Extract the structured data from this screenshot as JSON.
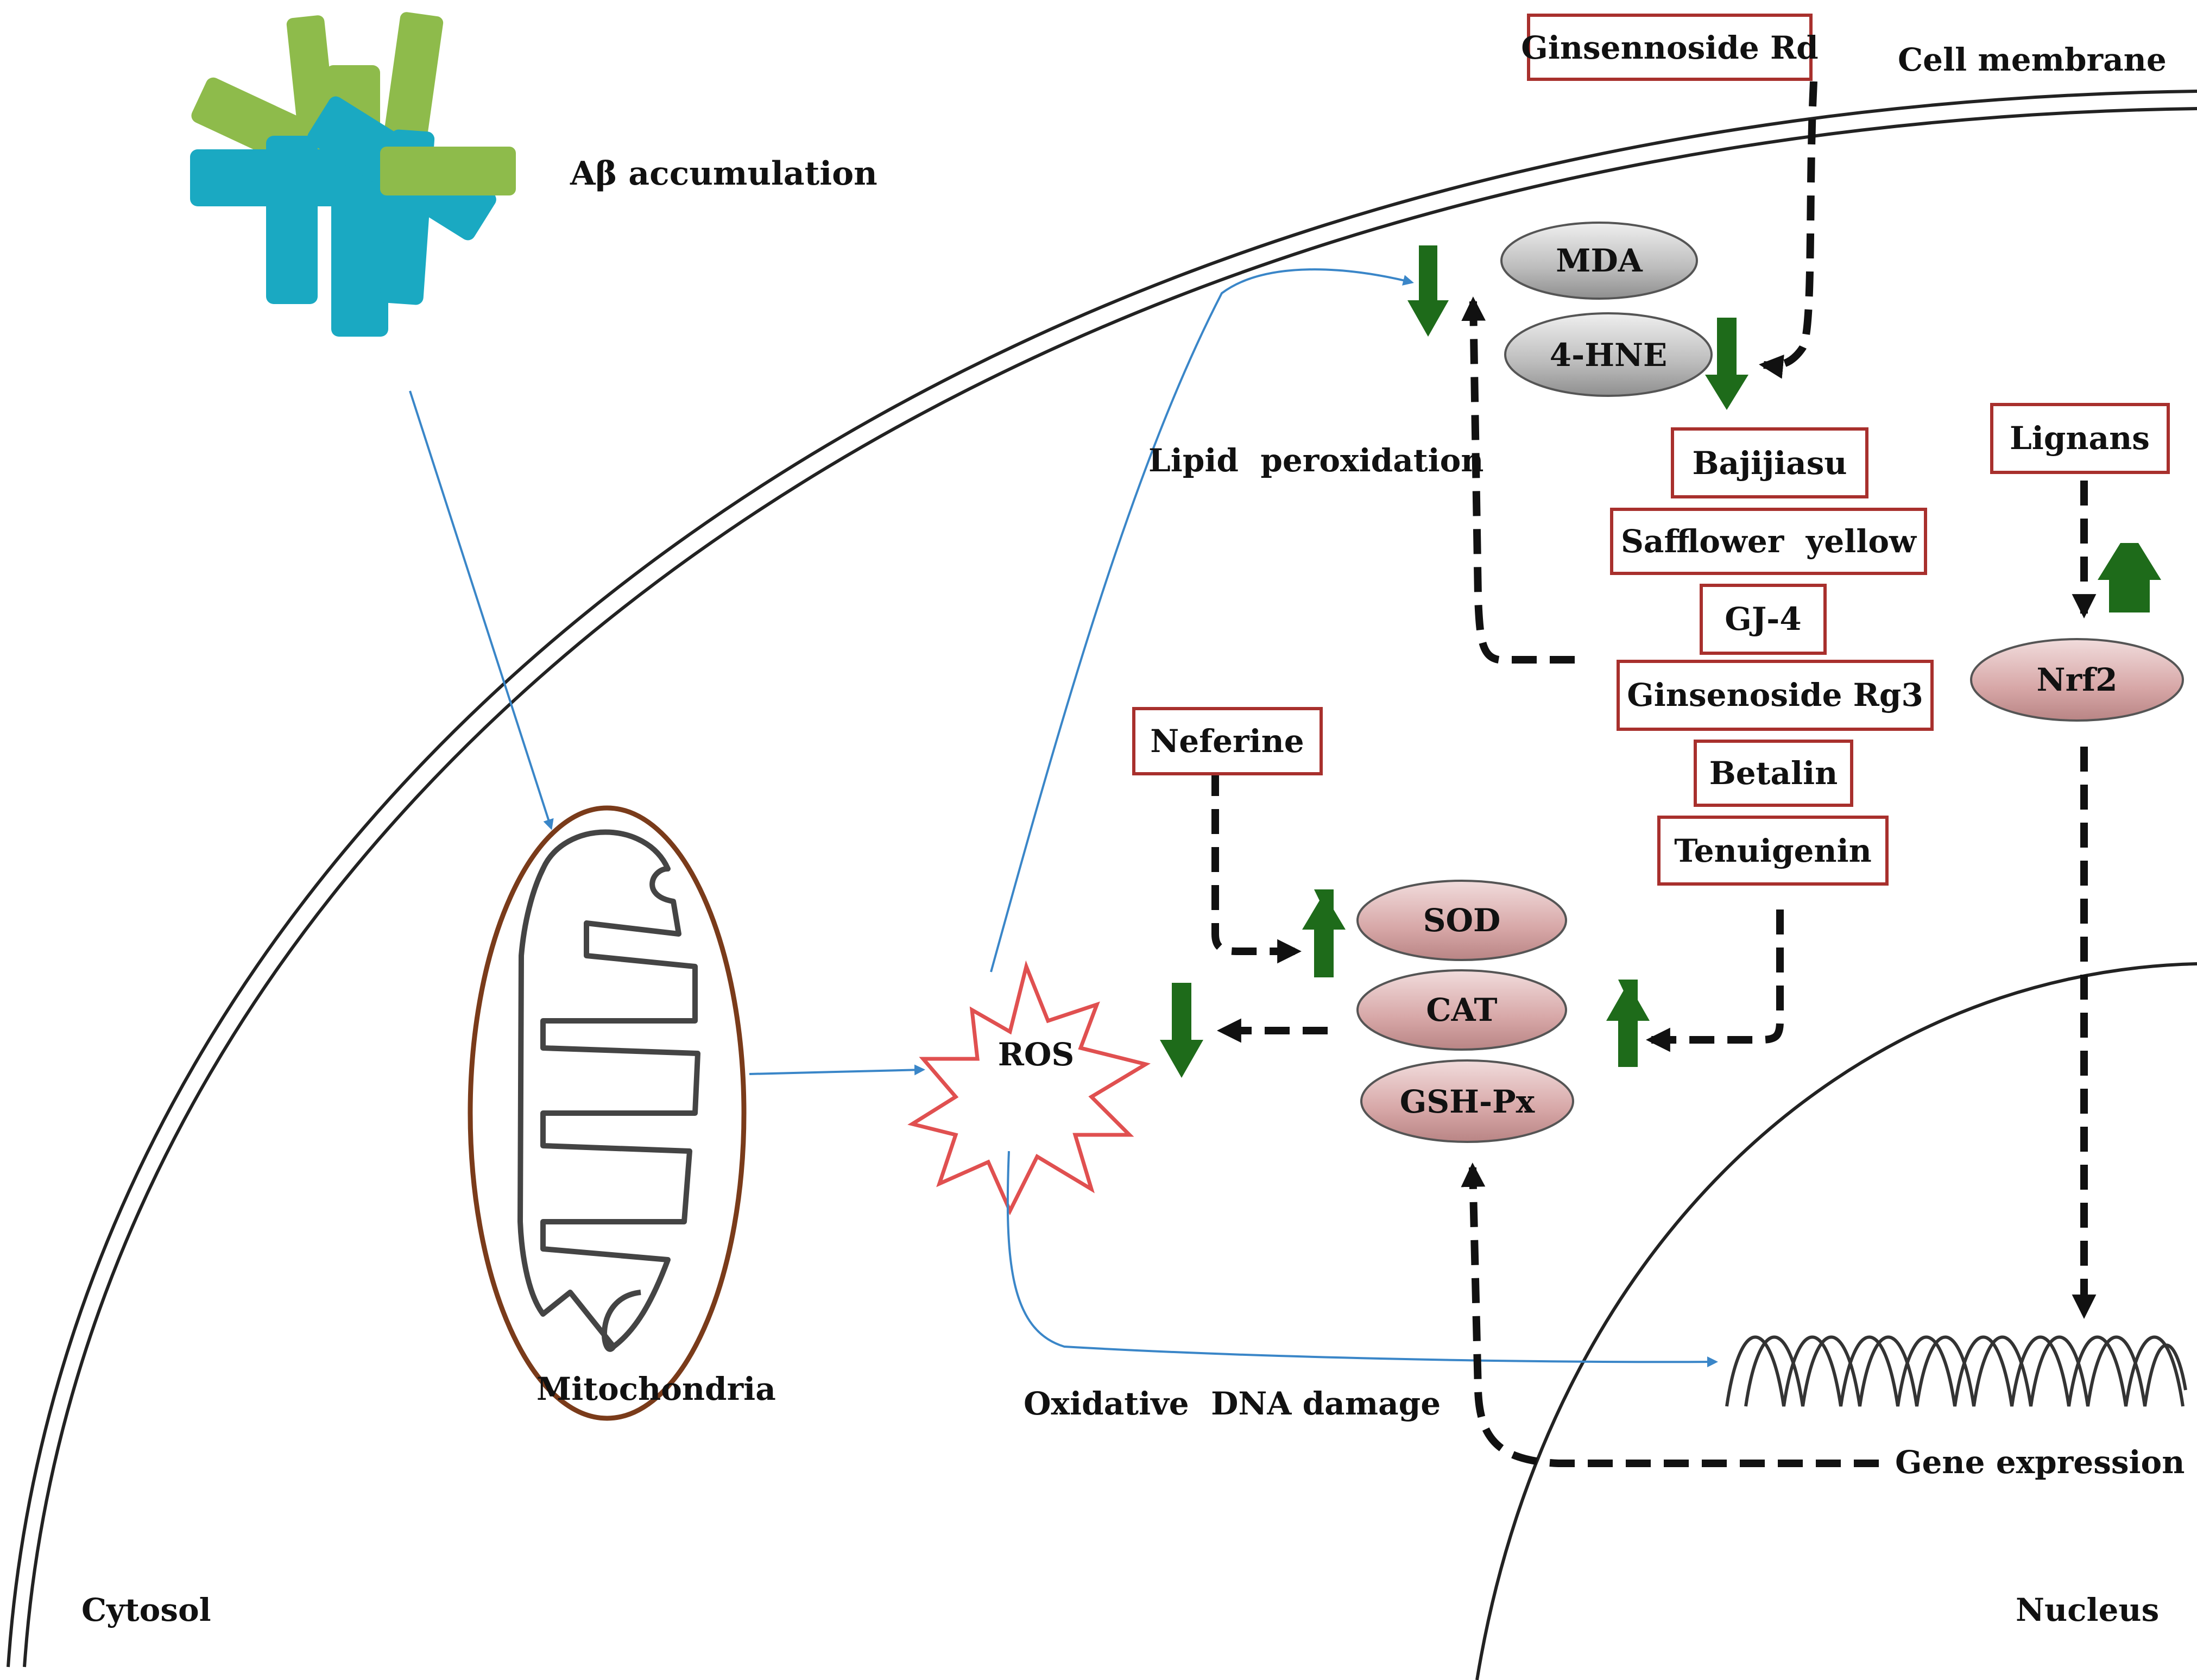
{
  "labels": {
    "abeta": "Aβ accumulation",
    "cell_membrane": "Cell membrane",
    "cytosol": "Cytosol",
    "nucleus": "Nucleus",
    "mitochondria": "Mitochondria",
    "lipid_peroxidation": "Lipid  peroxidation",
    "oxidative_dna": "Oxidative  DNA damage",
    "gene_expression": "Gene expression",
    "ros": "ROS"
  },
  "compounds": {
    "ginsenoside_rd": "Ginsennoside Rd",
    "bajijiasu": "Bajijiasu",
    "safflower": "Safflower  yellow",
    "gj4": "GJ-4",
    "rg3": "Ginsenoside Rg3",
    "betalin": "Betalin",
    "tenuigenin": "Tenuigenin",
    "neferine": "Neferine",
    "lignans": "Lignans"
  },
  "markers": {
    "mda": "MDA",
    "hne": "4-HNE",
    "sod": "SOD",
    "cat": "CAT",
    "gshpx": "GSH-Px",
    "nrf2": "Nrf2"
  },
  "colors": {
    "box_border": "#a8302d",
    "arrow_green": "#1e6b1a",
    "flow_blue": "#3a86c8",
    "mito_border": "#7a3b1a",
    "ros_border": "#e05050",
    "pink_fill": "#d7a7a7",
    "gray_fill": "#b8b8b8",
    "abeta_green": "#8ebb4b",
    "abeta_teal": "#1aa9c2"
  }
}
